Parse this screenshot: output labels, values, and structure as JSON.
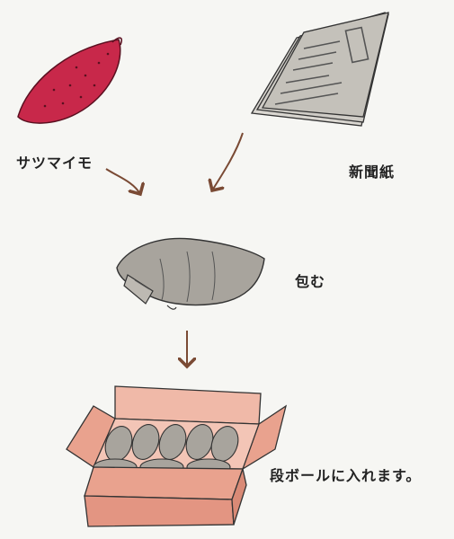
{
  "labels": {
    "sweet_potato": "サツマイモ",
    "newspaper": "新聞紙",
    "wrap": "包む",
    "box": "段ボールに入れます。"
  },
  "colors": {
    "background": "#f6f6f3",
    "sweet_potato": "#c8284a",
    "newspaper": "#c9c7c2",
    "wrapped": "#a8a49d",
    "arrow": "#7a4a34",
    "box": "#e9a28e",
    "box_inner": "#f0b9a8"
  }
}
